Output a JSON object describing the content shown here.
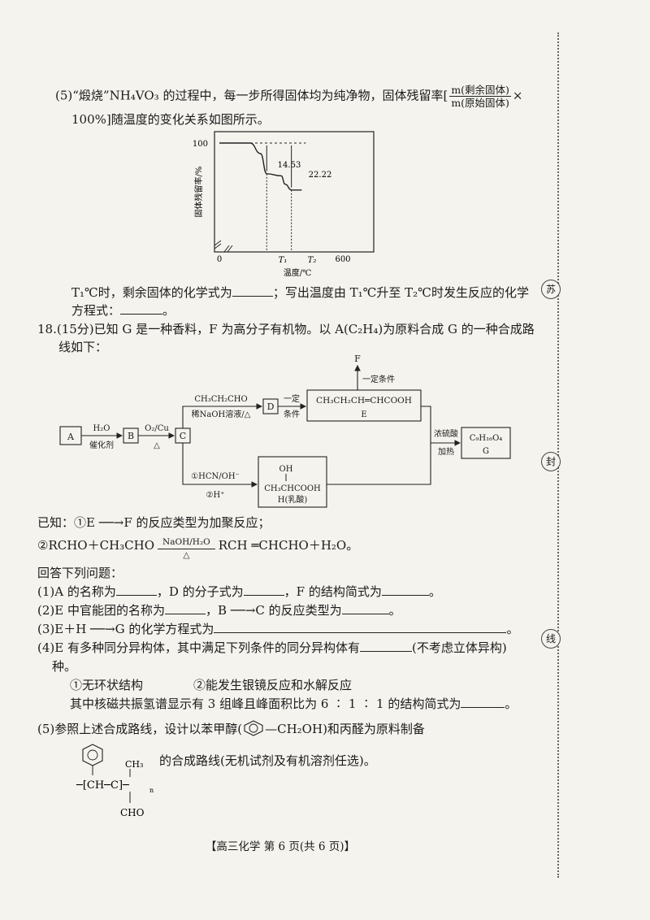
{
  "q17_5": {
    "line1_pre": "(5)“煅烧”NH₄VO₃ 的过程中，每一步所得固体均为纯净物，固体残留率[",
    "frac_num": "m(剩余固体)",
    "frac_den": "m(原始固体)",
    "line1_post": "×",
    "line2": "100%]随温度的变化关系如图所示。",
    "q_line1_a": "T₁℃时，剩余固体的化学式为",
    "q_line1_b": "；写出温度由 T₁℃升至 T₂℃时发生反应的化学",
    "q_line2_a": "方程式：",
    "q_line2_b": "。"
  },
  "chart_data": {
    "type": "line",
    "ylabel": "固体残留率/%",
    "xlabel": "温度/℃",
    "y_tick_labels": [
      "100"
    ],
    "x_tick_labels": [
      "0",
      "T₁",
      "T₂",
      "600"
    ],
    "annotations": [
      "14.53",
      "22.22"
    ],
    "series": [
      {
        "points": [
          [
            0,
            100
          ],
          [
            150,
            100
          ],
          [
            200,
            95
          ],
          [
            230,
            85.47
          ],
          [
            300,
            84.5
          ],
          [
            320,
            80.5
          ],
          [
            350,
            77.78
          ],
          [
            400,
            77.78
          ]
        ]
      }
    ]
  },
  "q18": {
    "line1": "18.(15分)已知 G 是一种香料，F 为高分子有机物。以 A(C₂H₄)为原料合成 G 的一种合成路",
    "line2": "线如下：",
    "scheme": {
      "A": "A",
      "B": "B",
      "C": "C",
      "D": "D",
      "F": "F",
      "E_formula": "CH₃CH₂CH═CHCOOH",
      "E_label": "E",
      "G_formula": "C₉H₁₆O₄",
      "G_label": "G",
      "H_oh": "OH",
      "H_formula": "CH₃CHCOOH",
      "H_label": "H(乳酸)",
      "a_to_b_top": "H₂O",
      "a_to_b_bottom": "催化剂",
      "b_to_c_top": "O₂/Cu",
      "b_to_c_bottom": "△",
      "c_to_d_top": "CH₃CH₂CHO",
      "c_to_d_bottom": "稀NaOH溶液/△",
      "d_to_e_top": "一定",
      "d_to_e_bottom": "条件",
      "e_to_f": "一定条件",
      "c_to_h_top": "①HCN/OH⁻",
      "c_to_h_bottom": "②H⁺",
      "to_g_top": "浓硫酸",
      "to_g_bottom": "加热"
    },
    "known1": "已知：①E ──→F 的反应类型为加聚反应；",
    "known2_a": "②RCHO＋CH₃CHO",
    "known2_cond_top": "NaOH/H₂O",
    "known2_cond_bottom": "△",
    "known2_b": "RCH ═CHCHO＋H₂O。",
    "answer_intro": "回答下列问题：",
    "p1_a": "(1)A 的名称为",
    "p1_b": "，D 的分子式为",
    "p1_c": "，F 的结构简式为",
    "p1_d": "。",
    "p2_a": "(2)E 中官能团的名称为",
    "p2_b": "，B ──→C 的反应类型为",
    "p2_c": "。",
    "p3_a": "(3)E＋H ──→G 的化学方程式为",
    "p3_b": "。",
    "p4_a": "(4)E 有多种同分异构体，其中满足下列条件的同分异构体有",
    "p4_b": "(不考虑立体异构)",
    "p4_c": "种。",
    "cond1": "①无环状结构",
    "cond2": "②能发生银镜反应和水解反应",
    "p4_d": "其中核磁共振氢谱显示有 3 组峰且峰面积比为 6 ∶ 1 ∶ 1 的结构简式为",
    "p4_e": "。",
    "p5_a": "(5)参照上述合成路线，设计以苯甲醇(",
    "p5_b": "—CH₂OH",
    "p5_c": ")和丙醛为原料制备",
    "p5_d": "的合成路线(无机试剂及有机溶剂任选)。",
    "polymer_ch3": "CH₃",
    "polymer_chain": "─[CH─C]─",
    "polymer_n": "n",
    "polymer_cho": "CHO"
  },
  "footer": "【高三化学 第 6 页(共 6 页)】",
  "margin_seals": [
    "苏",
    "封",
    "线"
  ]
}
